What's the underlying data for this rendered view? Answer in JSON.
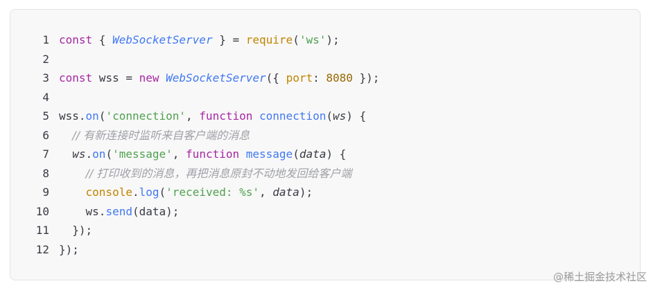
{
  "code_lines": [
    {
      "num": "1",
      "tokens": [
        {
          "t": "const",
          "c": "kw"
        },
        {
          "t": " { ",
          "c": "plain"
        },
        {
          "t": "WebSocketServer",
          "c": "cls"
        },
        {
          "t": " } = ",
          "c": "plain"
        },
        {
          "t": "require",
          "c": "builtin"
        },
        {
          "t": "(",
          "c": "plain"
        },
        {
          "t": "'ws'",
          "c": "str"
        },
        {
          "t": ");",
          "c": "plain"
        }
      ]
    },
    {
      "num": "2",
      "tokens": []
    },
    {
      "num": "3",
      "tokens": [
        {
          "t": "const",
          "c": "kw"
        },
        {
          "t": " wss = ",
          "c": "plain"
        },
        {
          "t": "new",
          "c": "kw"
        },
        {
          "t": " ",
          "c": "plain"
        },
        {
          "t": "WebSocketServer",
          "c": "cls"
        },
        {
          "t": "({ ",
          "c": "plain"
        },
        {
          "t": "port",
          "c": "builtin"
        },
        {
          "t": ": ",
          "c": "plain"
        },
        {
          "t": "8080",
          "c": "num"
        },
        {
          "t": " });",
          "c": "plain"
        }
      ]
    },
    {
      "num": "4",
      "tokens": []
    },
    {
      "num": "5",
      "tokens": [
        {
          "t": "wss.",
          "c": "plain"
        },
        {
          "t": "on",
          "c": "fn"
        },
        {
          "t": "(",
          "c": "plain"
        },
        {
          "t": "'connection'",
          "c": "str"
        },
        {
          "t": ", ",
          "c": "plain"
        },
        {
          "t": "function",
          "c": "kw"
        },
        {
          "t": " ",
          "c": "plain"
        },
        {
          "t": "connection",
          "c": "fn"
        },
        {
          "t": "(",
          "c": "plain"
        },
        {
          "t": "ws",
          "c": "param"
        },
        {
          "t": ") {",
          "c": "plain"
        }
      ]
    },
    {
      "num": "6",
      "tokens": [
        {
          "t": "  ",
          "c": "plain"
        },
        {
          "t": "// 有新连接时监听来自客户端的消息",
          "c": "cmt"
        }
      ]
    },
    {
      "num": "7",
      "tokens": [
        {
          "t": "  ",
          "c": "plain"
        },
        {
          "t": "ws",
          "c": "param"
        },
        {
          "t": ".",
          "c": "plain"
        },
        {
          "t": "on",
          "c": "fn"
        },
        {
          "t": "(",
          "c": "plain"
        },
        {
          "t": "'message'",
          "c": "str"
        },
        {
          "t": ", ",
          "c": "plain"
        },
        {
          "t": "function",
          "c": "kw"
        },
        {
          "t": " ",
          "c": "plain"
        },
        {
          "t": "message",
          "c": "fn"
        },
        {
          "t": "(",
          "c": "plain"
        },
        {
          "t": "data",
          "c": "param"
        },
        {
          "t": ") {",
          "c": "plain"
        }
      ]
    },
    {
      "num": "8",
      "tokens": [
        {
          "t": "    ",
          "c": "plain"
        },
        {
          "t": "// 打印收到的消息，再把消息原封不动地发回给客户端",
          "c": "cmt"
        }
      ]
    },
    {
      "num": "9",
      "tokens": [
        {
          "t": "    ",
          "c": "plain"
        },
        {
          "t": "console",
          "c": "builtin"
        },
        {
          "t": ".",
          "c": "plain"
        },
        {
          "t": "log",
          "c": "fn"
        },
        {
          "t": "(",
          "c": "plain"
        },
        {
          "t": "'received: %s'",
          "c": "str"
        },
        {
          "t": ", ",
          "c": "plain"
        },
        {
          "t": "data",
          "c": "param"
        },
        {
          "t": ");",
          "c": "plain"
        }
      ]
    },
    {
      "num": "10",
      "tokens": [
        {
          "t": "    ws.",
          "c": "plain"
        },
        {
          "t": "send",
          "c": "fn"
        },
        {
          "t": "(data);",
          "c": "plain"
        }
      ]
    },
    {
      "num": "11",
      "tokens": [
        {
          "t": "  });",
          "c": "plain"
        }
      ]
    },
    {
      "num": "12",
      "tokens": [
        {
          "t": "});",
          "c": "plain"
        }
      ]
    }
  ],
  "watermark": {
    "text": "@稀土掘金技术社区"
  },
  "colors": {
    "card_bg": "#f8f8f8",
    "keyword": "#a626a4",
    "class": "#4078f2",
    "string": "#50a14f",
    "function": "#4078f2",
    "builtin": "#c18401",
    "number": "#986801",
    "comment": "#a0a1a7",
    "plain": "#383a42"
  }
}
